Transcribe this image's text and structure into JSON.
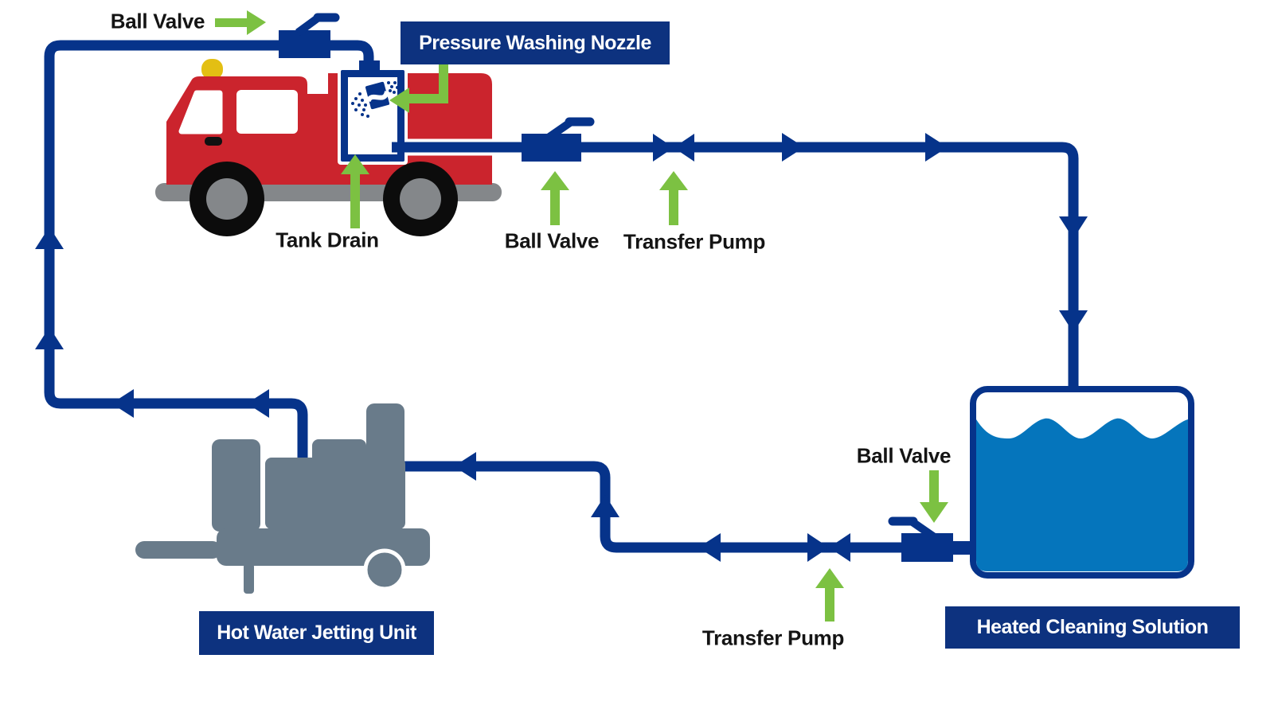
{
  "labels": {
    "ball_valve_top": "Ball Valve",
    "pressure_washing_nozzle": "Pressure Washing Nozzle",
    "tank_drain": "Tank Drain",
    "ball_valve_line": "Ball Valve",
    "transfer_pump_line": "Transfer Pump",
    "ball_valve_tank": "Ball Valve",
    "transfer_pump_tank": "Transfer Pump",
    "hot_water_jetting_unit": "Hot Water Jetting Unit",
    "heated_cleaning_solution": "Heated Cleaning Solution"
  },
  "icons": {
    "fire_truck": "fire-truck-icon",
    "tank_drain_window": "tank-drain-icon",
    "spray_nozzle": "pressure-nozzle-icon",
    "ball_valve": "ball-valve-icon",
    "transfer_pump": "transfer-pump-icon",
    "jetting_unit": "jetting-unit-icon",
    "solution_tank": "solution-tank-icon",
    "flow_arrow": "flow-arrow-icon",
    "pointer_arrow": "pointer-arrow-icon"
  },
  "colors": {
    "navy": "#06338a",
    "box_navy": "#0d327f",
    "red": "#cb242d",
    "green": "#7cc142",
    "water_blue": "#0575bc",
    "unit_gray": "#697b8a",
    "metal_gray": "#84878a",
    "beacon_yellow": "#e3bf13",
    "label_text": "#141414"
  }
}
